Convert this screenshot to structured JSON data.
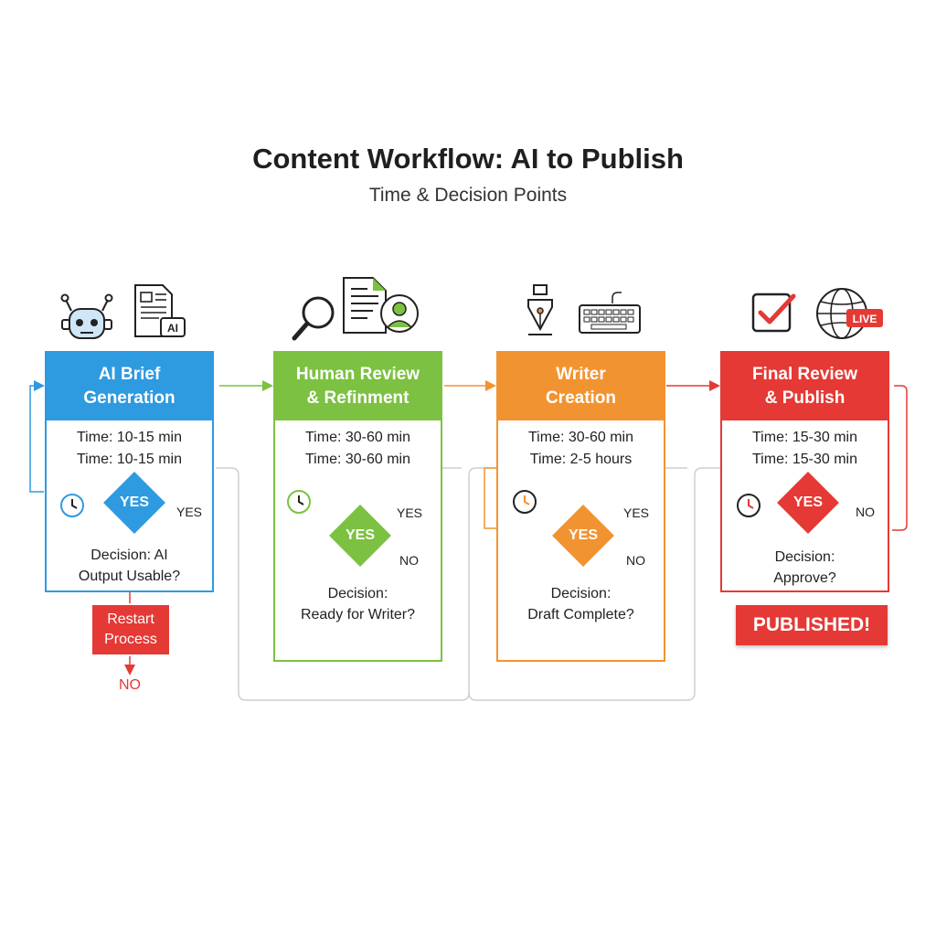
{
  "title": "Content Workflow: AI to Publish",
  "subtitle": "Time & Decision Points",
  "colors": {
    "blue": "#2e9ae0",
    "green": "#7cc142",
    "orange": "#f29331",
    "red": "#e53935",
    "connector": "#cfcfcf"
  },
  "stages": [
    {
      "title_line1": "AI Brief",
      "title_line2": "Generation",
      "time_1": "Time: 10-15 min",
      "time_2": "Time: 10-15 min",
      "diamond_label": "YES",
      "branch_top": "YES",
      "branch_bottom": "",
      "decision_line1": "Decision: AI",
      "decision_line2": "Output Usable?",
      "icons": [
        "robot-icon",
        "ai-document-icon"
      ]
    },
    {
      "title_line1": "Human Review",
      "title_line2": "& Refinment",
      "time_1": "Time: 30-60 min",
      "time_2": "Time: 30-60 min",
      "diamond_label": "YES",
      "branch_top": "YES",
      "branch_bottom": "NO",
      "decision_line1": "Decision:",
      "decision_line2": "Ready for Writer?",
      "icons": [
        "magnifier-icon",
        "document-icon",
        "reviewer-icon"
      ]
    },
    {
      "title_line1": "Writer",
      "title_line2": "Creation",
      "time_1": "Time: 30-60 min",
      "time_2": "Time: 2-5 hours",
      "diamond_label": "YES",
      "branch_top": "YES",
      "branch_bottom": "NO",
      "decision_line1": "Decision:",
      "decision_line2": "Draft Complete?",
      "icons": [
        "pen-nib-icon",
        "keyboard-icon"
      ]
    },
    {
      "title_line1": "Final Review",
      "title_line2": "& Publish",
      "time_1": "Time: 15-30 min",
      "time_2": "Time: 15-30 min",
      "diamond_label": "YES",
      "branch_top": "NO",
      "branch_bottom": "",
      "decision_line1": "Decision:",
      "decision_line2": "Approve?",
      "icons": [
        "checkbox-icon",
        "globe-live-icon"
      ]
    }
  ],
  "restart": {
    "line1": "Restart",
    "line2": "Process",
    "no_label": "NO"
  },
  "published": "PUBLISHED!",
  "live_badge": "LIVE",
  "ai_badge": "AI"
}
